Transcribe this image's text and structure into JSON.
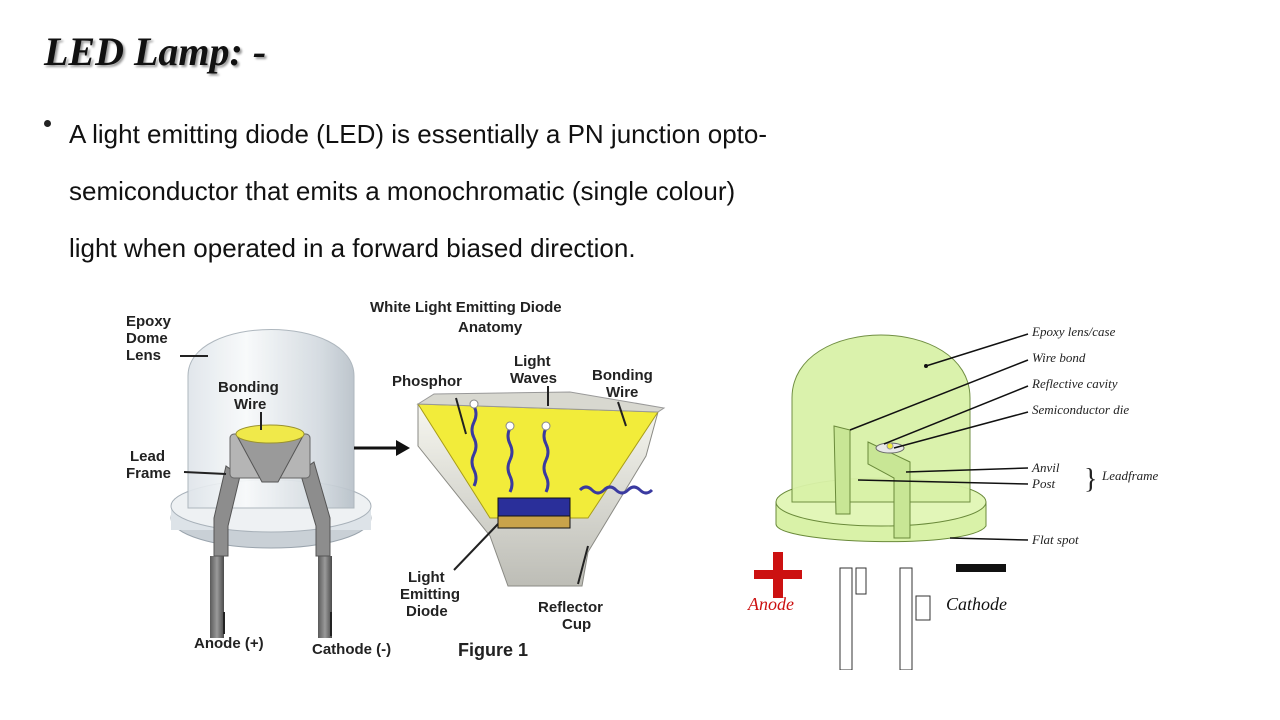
{
  "slide": {
    "title": "LED Lamp: -",
    "bullet_lines": [
      "A light emitting diode (LED) is essentially a PN junction opto-",
      "semiconductor that emits a monochromatic (single colour)",
      "light when operated in a forward biased direction."
    ]
  },
  "figure_left": {
    "title_line1": "White Light Emitting Diode",
    "title_line2": "Anatomy",
    "labels": {
      "epoxy_1": "Epoxy",
      "epoxy_2": "Dome",
      "epoxy_3": "Lens",
      "bonding_1": "Bonding",
      "bonding_2": "Wire",
      "lead_1": "Lead",
      "lead_2": "Frame",
      "phosphor": "Phosphor",
      "light_1": "Light",
      "light_2": "Waves",
      "bonding_r1": "Bonding",
      "bonding_r2": "Wire",
      "led_1": "Light",
      "led_2": "Emitting",
      "led_3": "Diode",
      "reflector_1": "Reflector",
      "reflector_2": "Cup",
      "anode": "Anode (+)",
      "cathode": "Cathode (-)",
      "caption": "Figure 1"
    },
    "colors": {
      "phosphor": "#f2ec3a",
      "die": "#2a2f9a",
      "wire": "#3a3aa0"
    }
  },
  "figure_right": {
    "labels": {
      "epoxy": "Epoxy lens/case",
      "wire_bond": "Wire bond",
      "reflective": "Reflective cavity",
      "die": "Semiconductor die",
      "anvil": "Anvil",
      "post": "Post",
      "leadframe": "Leadframe",
      "flat_spot": "Flat spot",
      "anode": "Anode",
      "cathode": "Cathode",
      "plus": "+",
      "minus": "–"
    },
    "colors": {
      "lens": "#d9f2a8",
      "plus": "#cc1111",
      "anode_text": "#cc1111",
      "minus": "#111111"
    }
  }
}
